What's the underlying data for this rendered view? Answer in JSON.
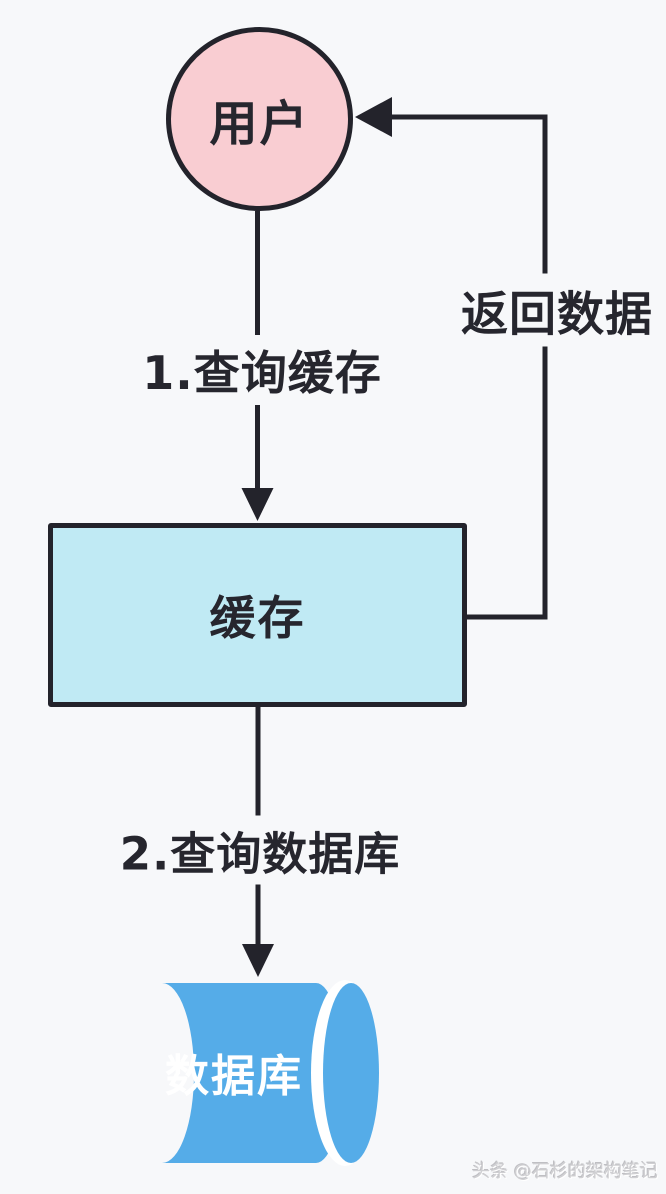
{
  "colors": {
    "background": "#f7f8fa",
    "line": "#23232b",
    "user_fill": "#f9cdd2",
    "cache_fill": "#c0eaf4",
    "db_fill": "#55ace8",
    "node_border": "#23232b",
    "label_text": "#26262e",
    "db_text": "#ffffff",
    "watermark_text": "#cfcfd2"
  },
  "nodes": {
    "user": {
      "label": "用户",
      "shape": "circle"
    },
    "cache": {
      "label": "缓存",
      "shape": "rectangle"
    },
    "database": {
      "label": "数据库",
      "shape": "cylinder"
    }
  },
  "edges": [
    {
      "from": "user",
      "to": "cache",
      "label": "1.查询缓存"
    },
    {
      "from": "cache",
      "to": "database",
      "label": "2.查询数据库"
    },
    {
      "from": "cache",
      "to": "user",
      "label": "返回数据"
    }
  ],
  "watermark": "头条 @石杉的架构笔记"
}
